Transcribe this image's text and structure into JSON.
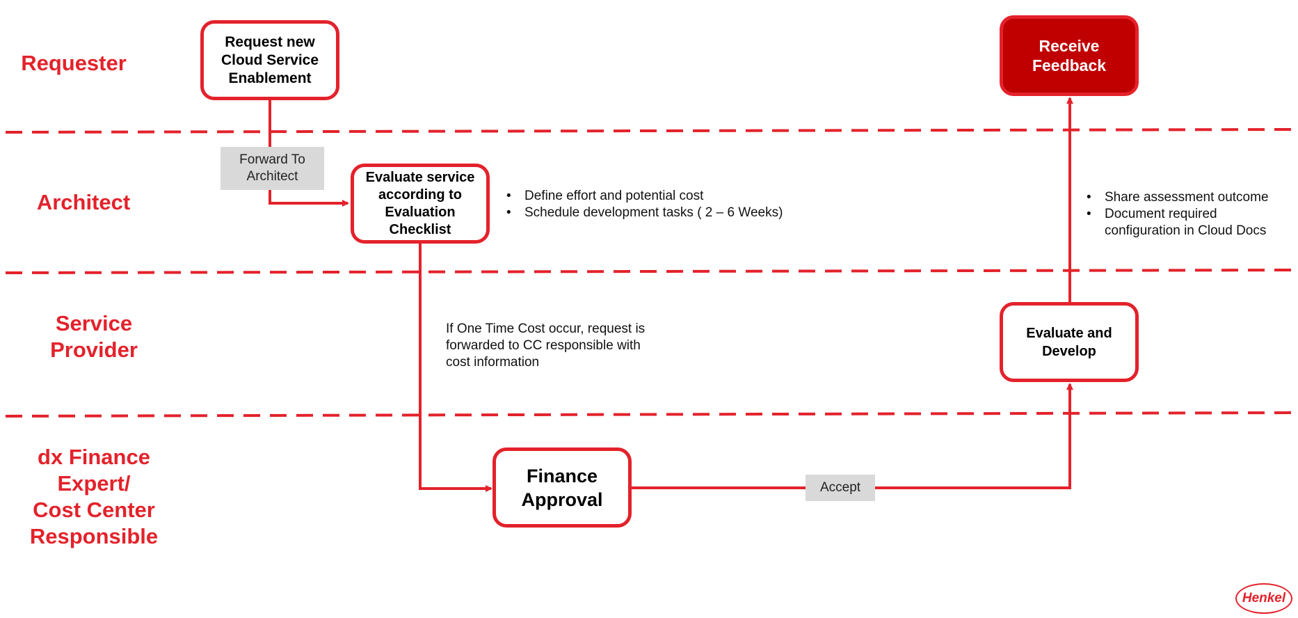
{
  "lanes": [
    {
      "id": "requester",
      "label": "Requester"
    },
    {
      "id": "architect",
      "label": "Architect"
    },
    {
      "id": "service-provider",
      "label": "Service\nProvider"
    },
    {
      "id": "finance",
      "label": "dx Finance\nExpert/\nCost Center\nResponsible"
    }
  ],
  "steps": {
    "request": "Request  new\nCloud Service\nEnablement",
    "evaluate_service": "Evaluate service\naccording to\nEvaluation\nChecklist",
    "finance_approval": "Finance\nApproval",
    "evaluate_develop": "Evaluate and\nDevelop",
    "receive_feedback": "Receive\nFeedback"
  },
  "connector_labels": {
    "forward": "Forward To\nArchitect",
    "accept": "Accept"
  },
  "notes": {
    "architect_bullets": [
      "Define effort and potential cost",
      "Schedule development tasks ( 2 – 6 Weeks)"
    ],
    "one_time_cost": "If One Time Cost occur, request is\nforwarded to CC responsible with\ncost information",
    "feedback_bullets": [
      "Share assessment outcome",
      "Document required\nconfiguration in Cloud Docs"
    ]
  },
  "logo": {
    "text": "Henkel"
  },
  "colors": {
    "accent": "#e3222b",
    "feedback_fill": "#c00000",
    "label_bg": "#d9d9d9"
  }
}
